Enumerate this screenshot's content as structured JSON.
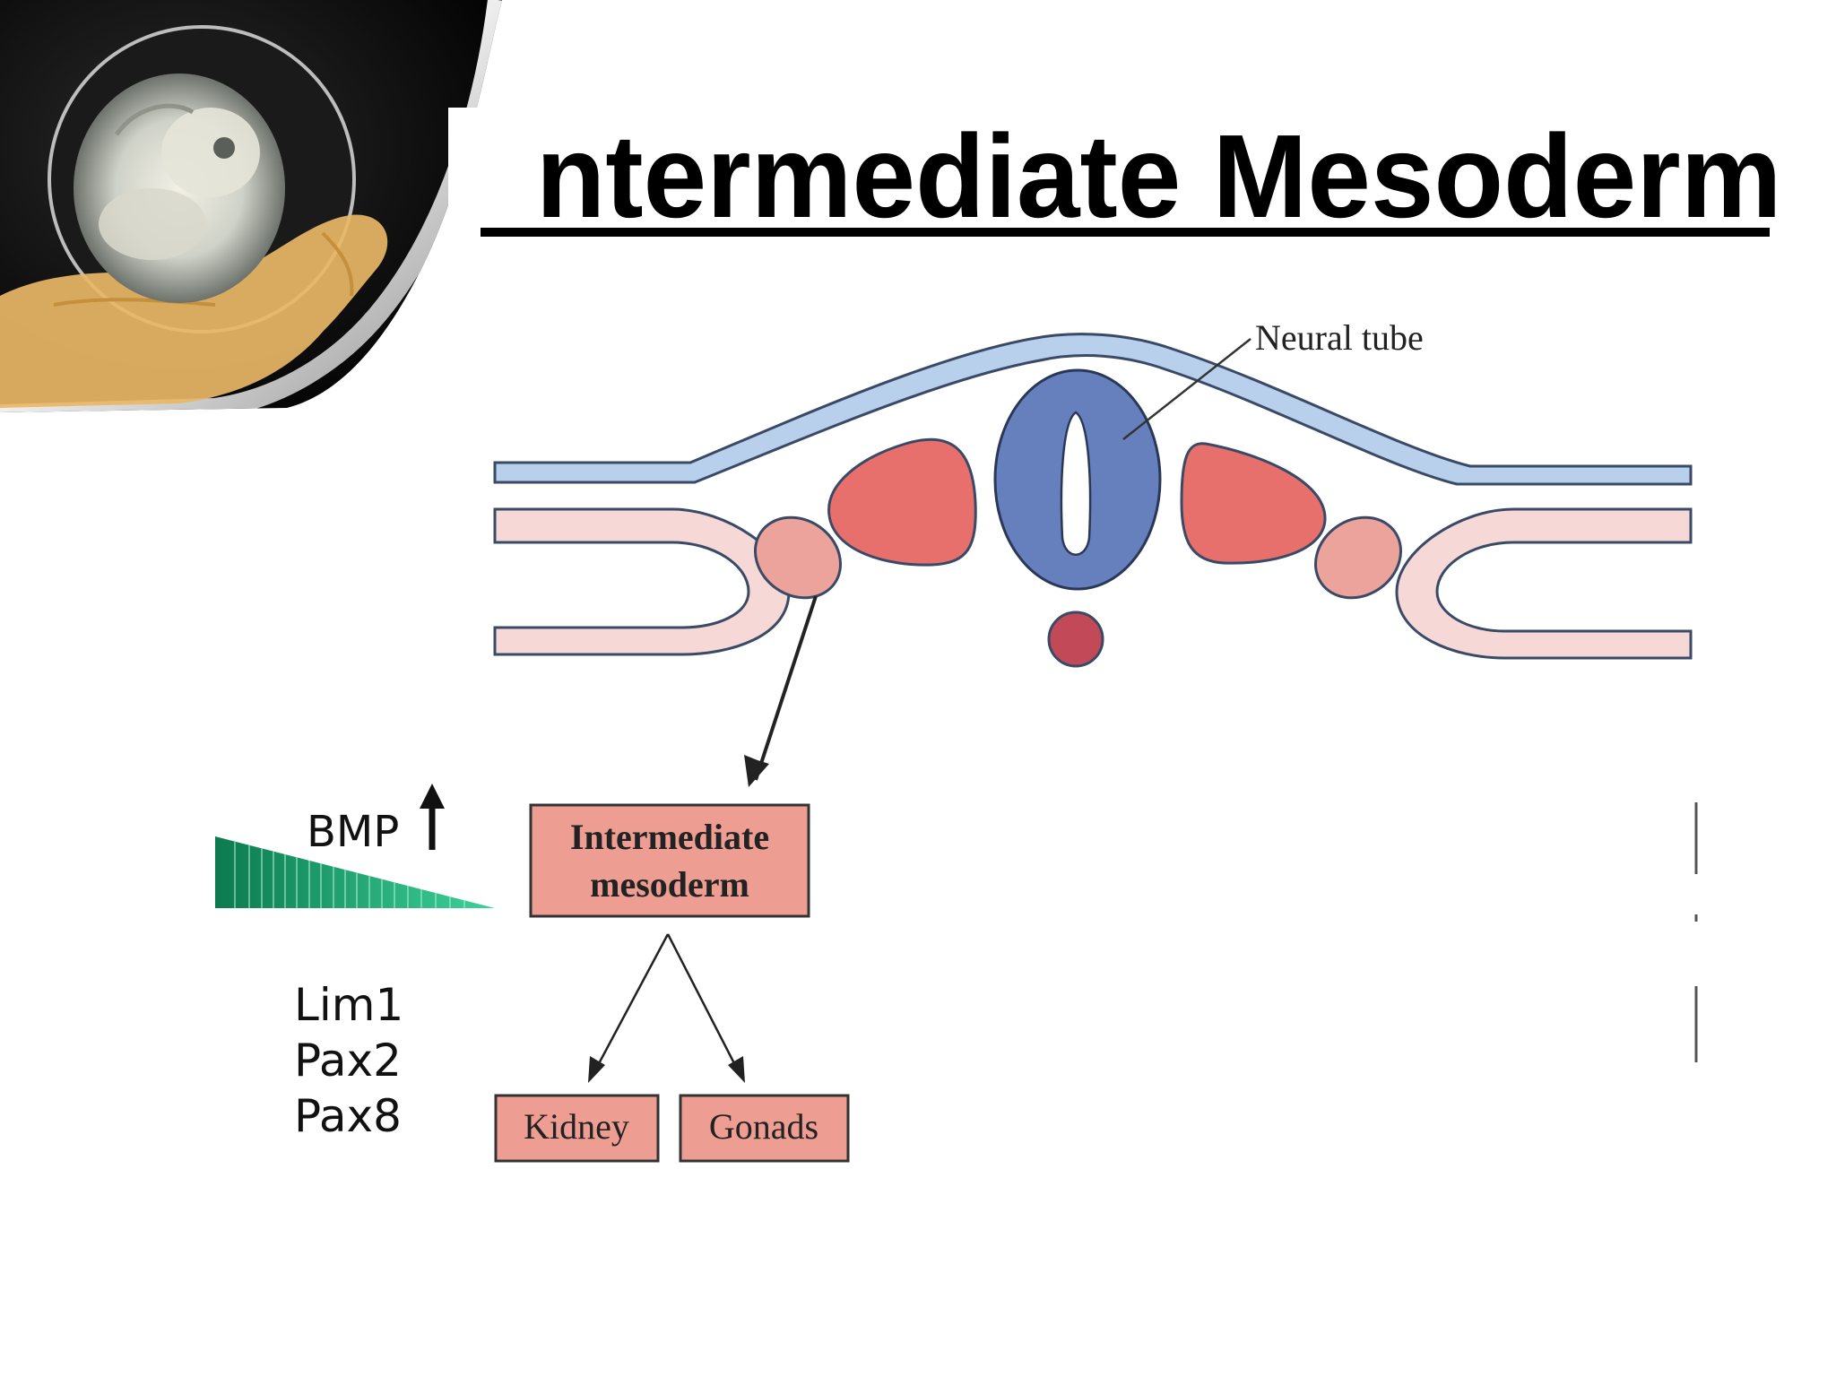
{
  "slide": {
    "title": "Intermediate Mesoderm"
  },
  "diagram": {
    "neural_tube_label": "Neural tube",
    "bmp_label": "BMP",
    "box_intermediate_line1": "Intermediate",
    "box_intermediate_line2": "mesoderm",
    "kidney_label": "Kidney",
    "gonads_label": "Gonads",
    "genes": [
      "Lim1",
      "Pax2",
      "Pax8"
    ]
  },
  "colors": {
    "ectoderm": "#b8d0ec",
    "ectoderm_stroke": "#3a4a66",
    "lateral_plate": "#f6d9d6",
    "somite": "#e8706c",
    "intermediate": "#eba39c",
    "neural_tube": "#6680bd",
    "notochord": "#c24a58",
    "box_fill": "#ee9d93",
    "gradient_dark": "#0c7a4e",
    "gradient_light": "#3ed29a"
  }
}
